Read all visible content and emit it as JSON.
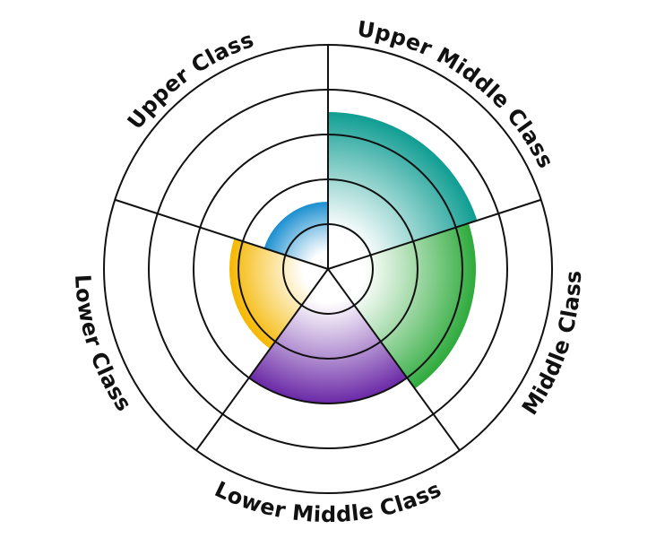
{
  "chart_data": {
    "type": "polar-area",
    "categories": [
      "Upper Class",
      "Upper Middle Class",
      "Middle Class",
      "Lower Middle Class",
      "Lower Class"
    ],
    "values": [
      1.5,
      3.5,
      3.3,
      3.0,
      2.2
    ],
    "rmax": 5,
    "ring_levels": [
      1,
      2,
      3,
      4,
      5
    ],
    "grid": true,
    "colors": [
      "#1a8fd0",
      "#0f9d92",
      "#2eaa3c",
      "#6a28a6",
      "#f5b700"
    ]
  }
}
